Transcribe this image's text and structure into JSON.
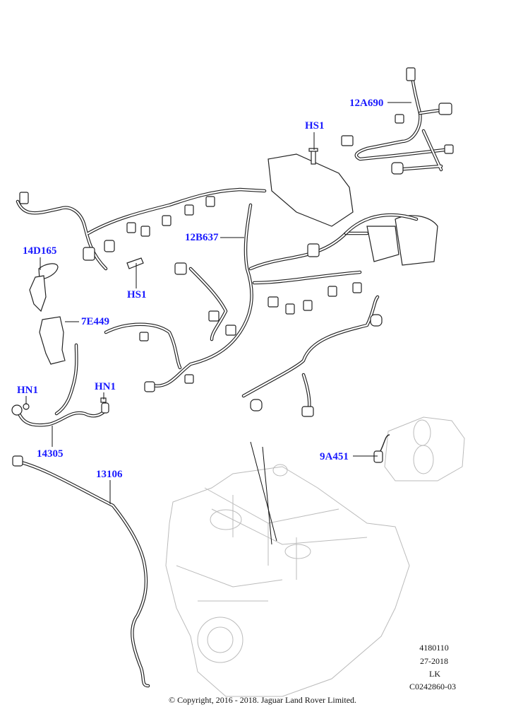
{
  "callouts": [
    {
      "id": "12A690",
      "label": "12A690"
    },
    {
      "id": "HS1-top",
      "label": "HS1"
    },
    {
      "id": "12B637",
      "label": "12B637"
    },
    {
      "id": "14D165",
      "label": "14D165"
    },
    {
      "id": "HS1-left",
      "label": "HS1"
    },
    {
      "id": "7E449",
      "label": "7E449"
    },
    {
      "id": "HN1-left",
      "label": "HN1"
    },
    {
      "id": "HN1-right",
      "label": "HN1"
    },
    {
      "id": "14305",
      "label": "14305"
    },
    {
      "id": "13106",
      "label": "13106"
    },
    {
      "id": "9A451",
      "label": "9A451"
    }
  ],
  "info_block": [
    "4180110",
    "27-2018",
    "LK",
    "C0242860-03"
  ],
  "copyright": "© Copyright, 2016 - 2018. Jaguar Land Rover Limited.",
  "colors": {
    "callout": "#1a1aff",
    "line_art": "#222222",
    "ghost_art": "#bbbbbb"
  }
}
